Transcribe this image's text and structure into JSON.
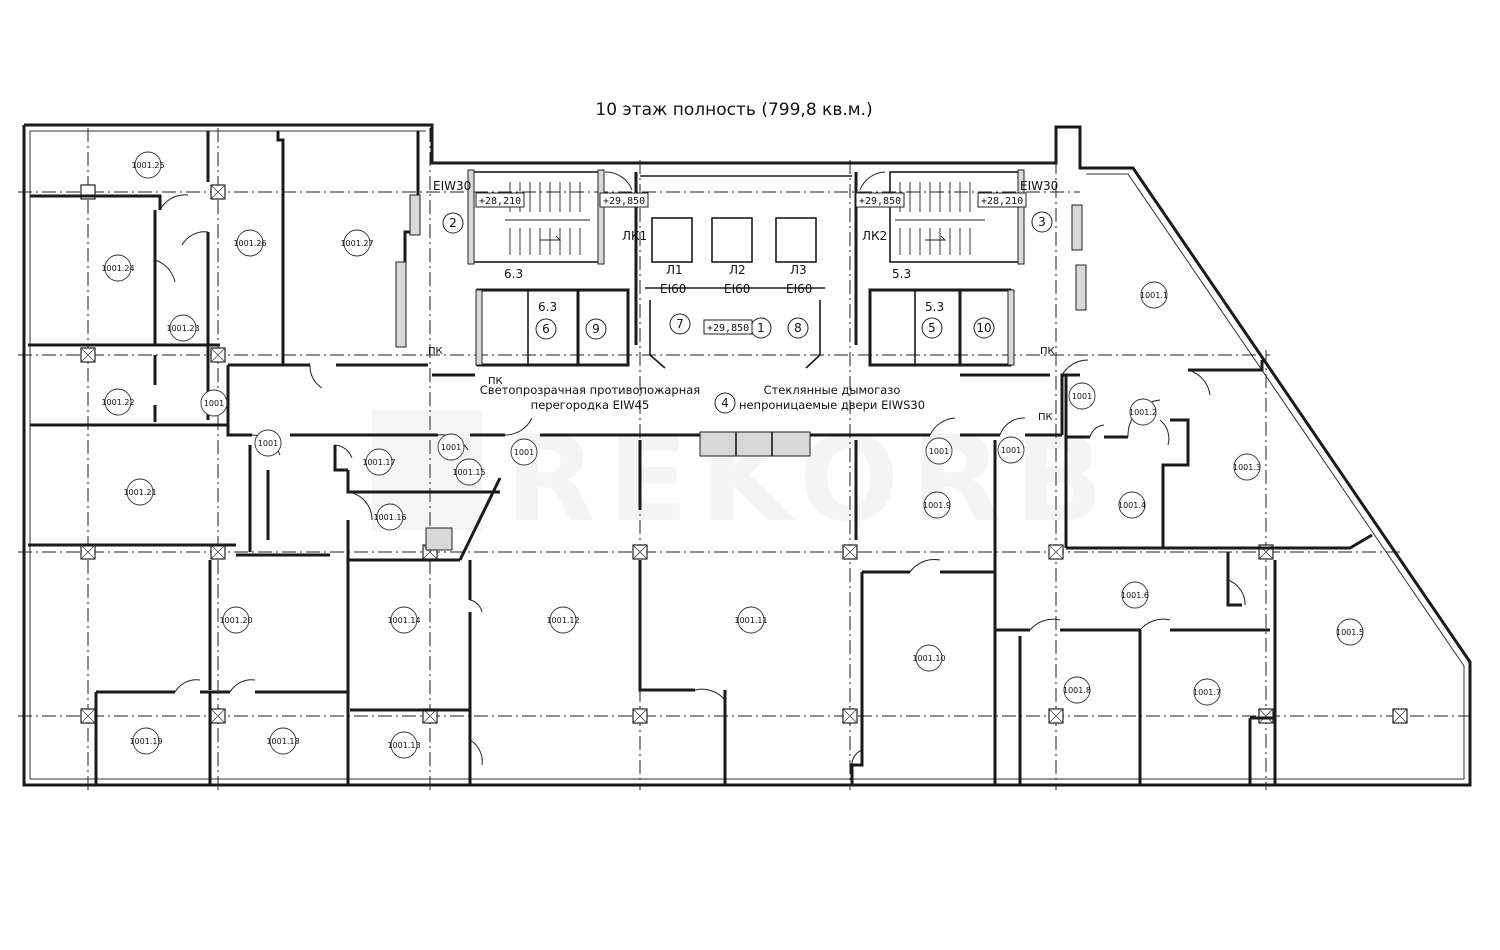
{
  "title": "10 этаж полность (799,8 кв.м.)",
  "rooms": [
    {
      "id": "1001.25"
    },
    {
      "id": "1001.26"
    },
    {
      "id": "1001.27"
    },
    {
      "id": "1001.24"
    },
    {
      "id": "1001.23"
    },
    {
      "id": "1001.22"
    },
    {
      "id": "1001"
    },
    {
      "id": "1001"
    },
    {
      "id": "1001"
    },
    {
      "id": "1001.17"
    },
    {
      "id": "1001.15"
    },
    {
      "id": "1001"
    },
    {
      "id": "1001.21"
    },
    {
      "id": "1001.16"
    },
    {
      "id": "1001.20"
    },
    {
      "id": "1001.14"
    },
    {
      "id": "1001.12"
    },
    {
      "id": "1001.11"
    },
    {
      "id": "1001.19"
    },
    {
      "id": "1001.18"
    },
    {
      "id": "1001.13"
    },
    {
      "id": "1001"
    },
    {
      "id": "1001.9"
    },
    {
      "id": "1001.10"
    },
    {
      "id": "1001"
    },
    {
      "id": "1001"
    },
    {
      "id": "1001.2"
    },
    {
      "id": "1001.1"
    },
    {
      "id": "1001.4"
    },
    {
      "id": "1001.3"
    },
    {
      "id": "1001.6"
    },
    {
      "id": "1001.5"
    },
    {
      "id": "1001.8"
    },
    {
      "id": "1001.7"
    }
  ],
  "core_numbers": [
    "2",
    "3",
    "6",
    "9",
    "5",
    "10",
    "7",
    "1",
    "8",
    "4"
  ],
  "core_labels": {
    "lk1": "ЛК1",
    "lk2": "ЛК2",
    "l1": "Л1",
    "l2": "Л2",
    "l3": "Л3",
    "ei60_1": "EI60",
    "ei60_2": "EI60",
    "ei60_3": "EI60",
    "eiw30_left": "EIW30",
    "eiw30_right": "EIW30",
    "r63": "6.3",
    "r63b": "6.3",
    "r53": "5.3",
    "r53b": "5.3",
    "pk1": "ПК",
    "pk2": "ПК",
    "pk3": "ПК",
    "pk4": "ПК"
  },
  "elevations": {
    "stair1_a": "+28,210",
    "stair1_b": "+29,850",
    "stair2_a": "+29,850",
    "stair2_b": "+28,210",
    "lobby": "+29,850"
  },
  "notes": {
    "partition_1": "Светопрозрачная противопожарная",
    "partition_2": "перегородка EIW45",
    "doors_1": "Стеклянные дымогазо",
    "doors_2": "непроницаемые двери EIWS30"
  },
  "watermark": "REKORB"
}
